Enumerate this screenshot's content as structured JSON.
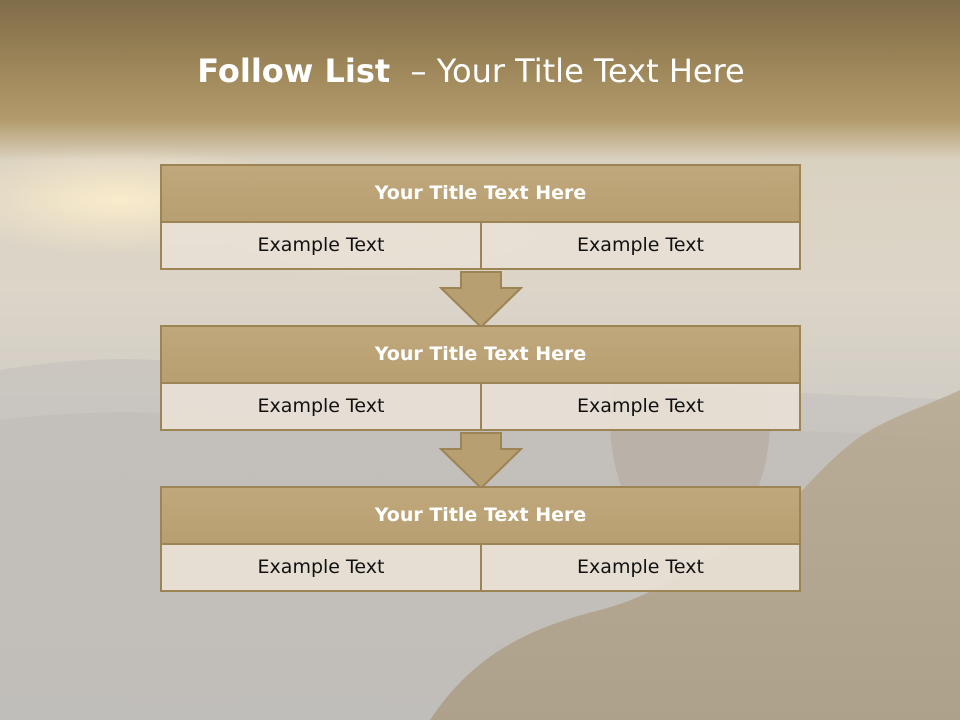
{
  "slide": {
    "title_lead": "Follow List",
    "title_rest": "– Your Title Text Here",
    "blocks": [
      {
        "title": "Your Title Text Here",
        "left_text": "Example Text",
        "right_text": "Example Text"
      },
      {
        "title": "Your Title Text Here",
        "left_text": "Example Text",
        "right_text": "Example Text"
      },
      {
        "title": "Your Title Text Here",
        "left_text": "Example Text",
        "right_text": "Example Text"
      }
    ]
  },
  "colors": {
    "accent": "#b79f72",
    "border": "#9d8455",
    "cell_fill": "#e8e0d5",
    "header_band": "#8e7a52"
  }
}
